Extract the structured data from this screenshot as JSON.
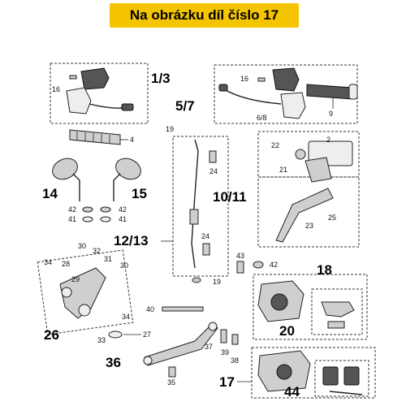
{
  "banner": {
    "title": "Na obrázku díl číslo 17"
  },
  "groups": [
    {
      "id": "g13",
      "label": "1/3"
    },
    {
      "id": "g57",
      "label": "5/7"
    },
    {
      "id": "g14",
      "label": "14"
    },
    {
      "id": "g15",
      "label": "15"
    },
    {
      "id": "g1011",
      "label": "10/11"
    },
    {
      "id": "g1213",
      "label": "12/13"
    },
    {
      "id": "g18",
      "label": "18"
    },
    {
      "id": "g20",
      "label": "20"
    },
    {
      "id": "g26",
      "label": "26"
    },
    {
      "id": "g36",
      "label": "36"
    },
    {
      "id": "g17",
      "label": "17"
    },
    {
      "id": "g44",
      "label": "44"
    }
  ],
  "callouts": {
    "c16a": "16",
    "c4": "4",
    "c16b": "16",
    "c68": "6/8",
    "c9": "9",
    "c19a": "19",
    "c24a": "24",
    "c22": "22",
    "c2": "2",
    "c21": "21",
    "c42a": "42",
    "c42b": "42",
    "c41a": "41",
    "c41b": "41",
    "c25": "25",
    "c23": "23",
    "c24b": "24",
    "c43": "43",
    "c42c": "42",
    "c19b": "19",
    "c34a": "34",
    "c30a": "30",
    "c32": "32",
    "c28": "28",
    "c31": "31",
    "c30b": "30",
    "c29": "29",
    "c34b": "34",
    "c33": "33",
    "c27": "27",
    "c40": "40",
    "c35": "35",
    "c37": "37",
    "c39": "39",
    "c38": "38"
  }
}
